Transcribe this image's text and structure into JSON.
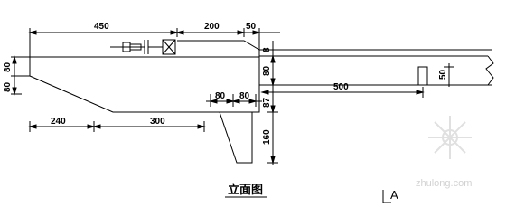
{
  "drawing": {
    "title": "立面图",
    "section_mark": "A",
    "watermark": "zhulong.com",
    "dimensions": {
      "top_450": "450",
      "top_200": "200",
      "top_50": "50",
      "right_8": "8",
      "right_80": "80",
      "right_87": "87",
      "right_160": "160",
      "left_80_upper": "80",
      "left_80_lower": "80",
      "mid_80_a": "80",
      "mid_80_b": "80",
      "bottom_240": "240",
      "bottom_300": "300",
      "beam_500": "500",
      "post_50": "50"
    }
  }
}
